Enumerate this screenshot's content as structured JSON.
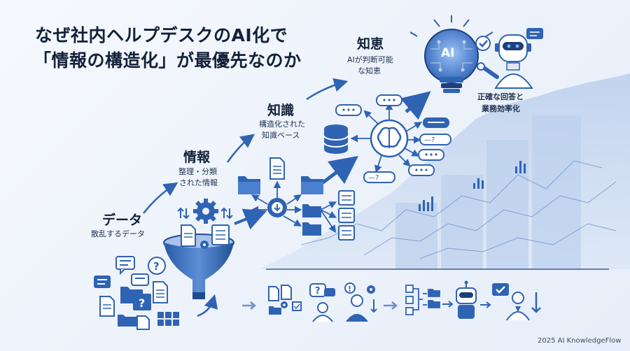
{
  "title": {
    "line1": "なぜ社内ヘルプデスクのAI化で",
    "line2": "「情報の構造化」が最優先なのか"
  },
  "stages": {
    "data": {
      "heading": "データ",
      "sub": "散乱するデータ"
    },
    "info": {
      "heading": "情報",
      "sub1": "整理・分類",
      "sub2": "された情報"
    },
    "knowledge": {
      "heading": "知識",
      "sub1": "構造化された",
      "sub2": "知識ベース"
    },
    "wisdom": {
      "heading": "知恵",
      "sub1": "AIが判断可能",
      "sub2": "な知恵"
    }
  },
  "outcome": {
    "line1": "正確な回答と",
    "line2": "業務効率化"
  },
  "bulb_label": "AI",
  "footer": "2025 AI KnowledgeFlow",
  "colors": {
    "primary": "#2f63b4",
    "light": "#cfdcf0",
    "dark": "#1c3f7a",
    "accent": "#3b7ddd"
  },
  "icons": [
    "folder-icon",
    "document-icon",
    "question-bubble-icon",
    "gear-icon",
    "funnel-icon",
    "database-icon",
    "brain-icon",
    "lightbulb-icon",
    "robot-icon",
    "chart-icon",
    "person-icon",
    "checkmark-icon"
  ]
}
